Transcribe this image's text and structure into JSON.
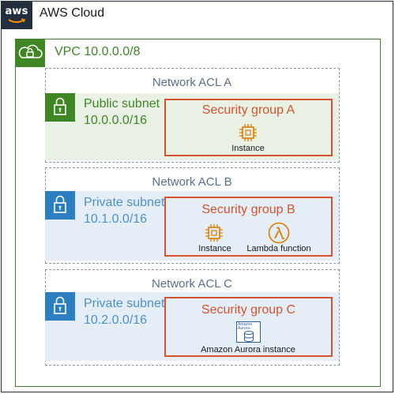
{
  "cloud": {
    "title": "AWS Cloud",
    "logo_text": "aws"
  },
  "vpc": {
    "title": "VPC 10.0.0.0/8"
  },
  "acls": [
    {
      "title": "Network ACL A",
      "subnet": {
        "name": "Public subnet",
        "cidr": "10.0.0.0/16"
      },
      "security_group": {
        "title": "Security group A",
        "resources": [
          {
            "icon": "ec2-instance-icon",
            "label": "Instance"
          }
        ]
      }
    },
    {
      "title": "Network ACL B",
      "subnet": {
        "name": "Private subnet",
        "cidr": "10.1.0.0/16"
      },
      "security_group": {
        "title": "Security group B",
        "resources": [
          {
            "icon": "ec2-instance-icon",
            "label": "Instance"
          },
          {
            "icon": "lambda-icon",
            "label": "Lambda function"
          }
        ]
      }
    },
    {
      "title": "Network ACL C",
      "subnet": {
        "name": "Private subnet",
        "cidr": "10.2.0.0/16"
      },
      "security_group": {
        "title": "Security group C",
        "resources": [
          {
            "icon": "aurora-db-icon",
            "icon_text": "Amazon Aurora",
            "label": "Amazon Aurora instance"
          }
        ]
      }
    }
  ],
  "colors": {
    "aws_dark": "#232f3e",
    "vpc_green": "#3f8624",
    "private_blue": "#2b7ec2",
    "security_group_red": "#d4532c",
    "compute_orange": "#e07b00"
  }
}
